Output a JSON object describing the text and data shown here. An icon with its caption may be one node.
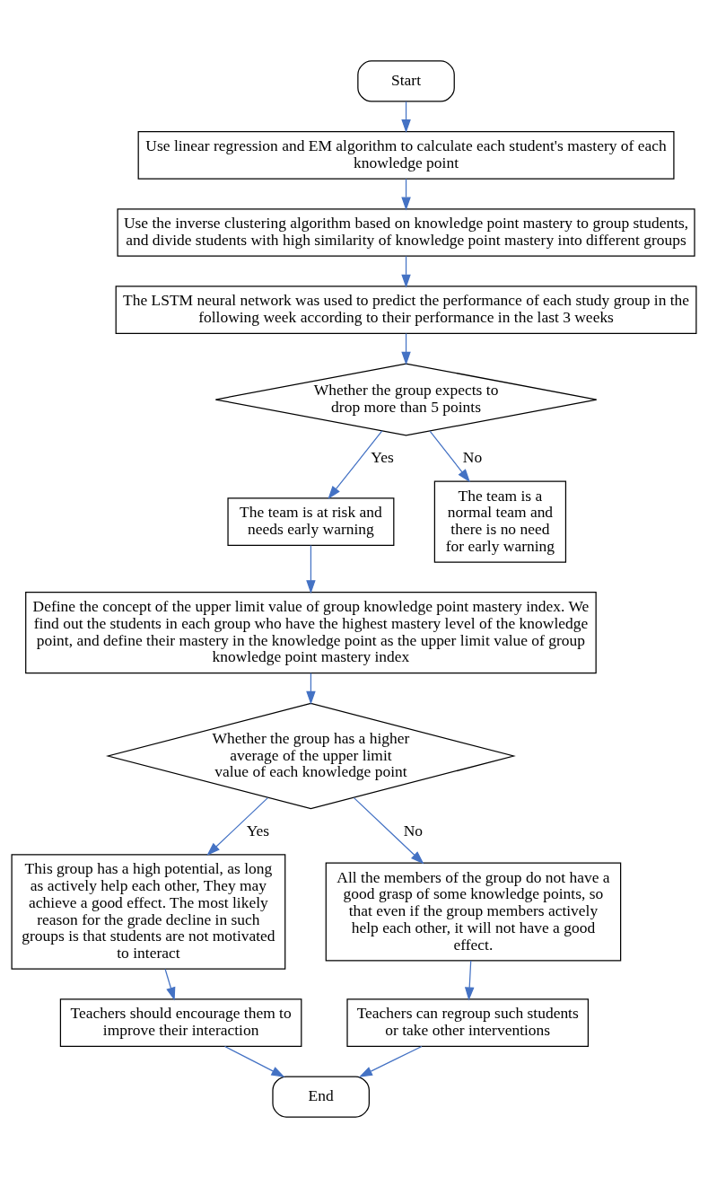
{
  "diagram": {
    "nodes": [
      {
        "text": [
          "Start"
        ]
      },
      {
        "text": [
          "Use linear regression and EM algorithm to calculate each student's mastery of each knowledge point"
        ]
      },
      {
        "text": [
          "Use the inverse clustering algorithm based on knowledge point mastery to group students, and divide students with high similarity of knowledge point mastery into different groups"
        ]
      },
      {
        "text": [
          "The LSTM neural network was used to predict the performance of each study group in the following week according to their performance in the last 3 weeks"
        ]
      },
      {
        "text": [
          "Whether the group expects to drop more than 5 points"
        ]
      },
      {
        "text": [
          "The team is at risk and needs early warning"
        ]
      },
      {
        "text": [
          "The team is a normal team and there is no need for early warning"
        ]
      },
      {
        "text": [
          "Define the concept of the upper limit value of group knowledge point mastery index. We find out the students in each group who have the highest mastery level of the knowledge point, and define their mastery in the knowledge point as the upper limit value of group knowledge point mastery index"
        ]
      },
      {
        "text": [
          "Whether the group has a higher average of the upper limit value of each knowledge point"
        ]
      },
      {
        "text": [
          "This group has a high potential, as long as actively help each other, They may achieve a good effect. The most likely reason for the grade decline in such groups is that students are not motivated to interact"
        ]
      },
      {
        "text": [
          "All the members of the group do not have a good grasp of some knowledge points, so that even if the group members actively help each other, it will not have a good effect."
        ]
      },
      {
        "text": [
          "Teachers should encourage them to improve their interaction"
        ]
      },
      {
        "text": [
          "Teachers can regroup such students or take other interventions"
        ]
      },
      {
        "text": [
          "End"
        ]
      }
    ],
    "edges": [
      {
        "from": 0,
        "to": 1,
        "arrow": "to"
      },
      {
        "from": 1,
        "to": 2,
        "arrow": "to"
      },
      {
        "from": 2,
        "to": 3,
        "arrow": "to"
      },
      {
        "from": 3,
        "to": 4,
        "arrow": "to"
      },
      {
        "from": 4,
        "to": 5,
        "arrow": "to",
        "label": "Yes"
      },
      {
        "from": 4,
        "to": 6,
        "arrow": "to",
        "label": "No"
      },
      {
        "from": 5,
        "to": 7,
        "arrow": "to"
      },
      {
        "from": 7,
        "to": 8,
        "arrow": "to"
      },
      {
        "from": 8,
        "to": 9,
        "arrow": "to",
        "label": "Yes"
      },
      {
        "from": 8,
        "to": 10,
        "arrow": "to",
        "label": "No"
      },
      {
        "from": 9,
        "to": 11,
        "arrow": "to"
      },
      {
        "from": 10,
        "to": 12,
        "arrow": "to"
      },
      {
        "from": 11,
        "to": 13,
        "arrow": "to"
      },
      {
        "from": 12,
        "to": 13,
        "arrow": "to"
      }
    ]
  }
}
